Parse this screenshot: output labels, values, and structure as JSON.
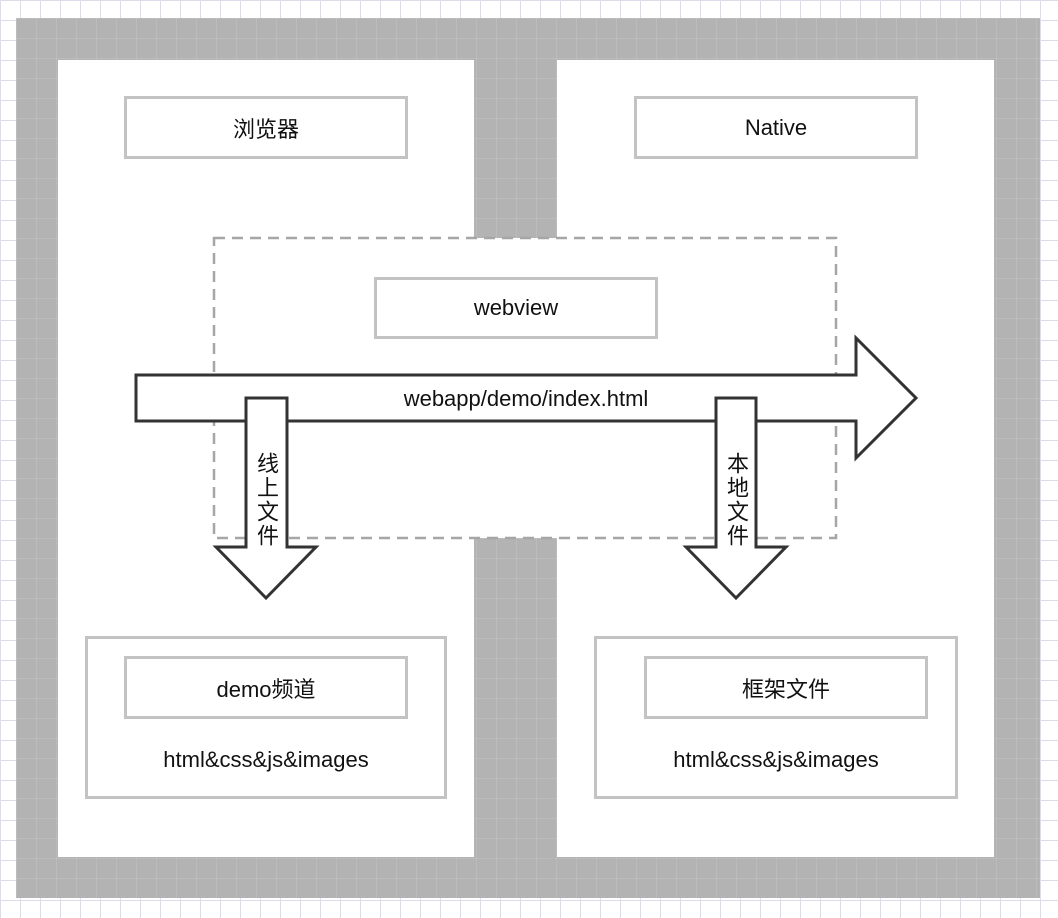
{
  "browser": {
    "title": "浏览器",
    "download_label": "线上文件",
    "channel": {
      "title": "demo频道",
      "content": "html&css&js&images"
    }
  },
  "native": {
    "title": "Native",
    "download_label": "本地文件",
    "framework": {
      "title": "框架文件",
      "content": "html&css&js&images"
    }
  },
  "webview": {
    "title": "webview"
  },
  "url_arrow": {
    "label": "webapp/demo/index.html"
  }
}
